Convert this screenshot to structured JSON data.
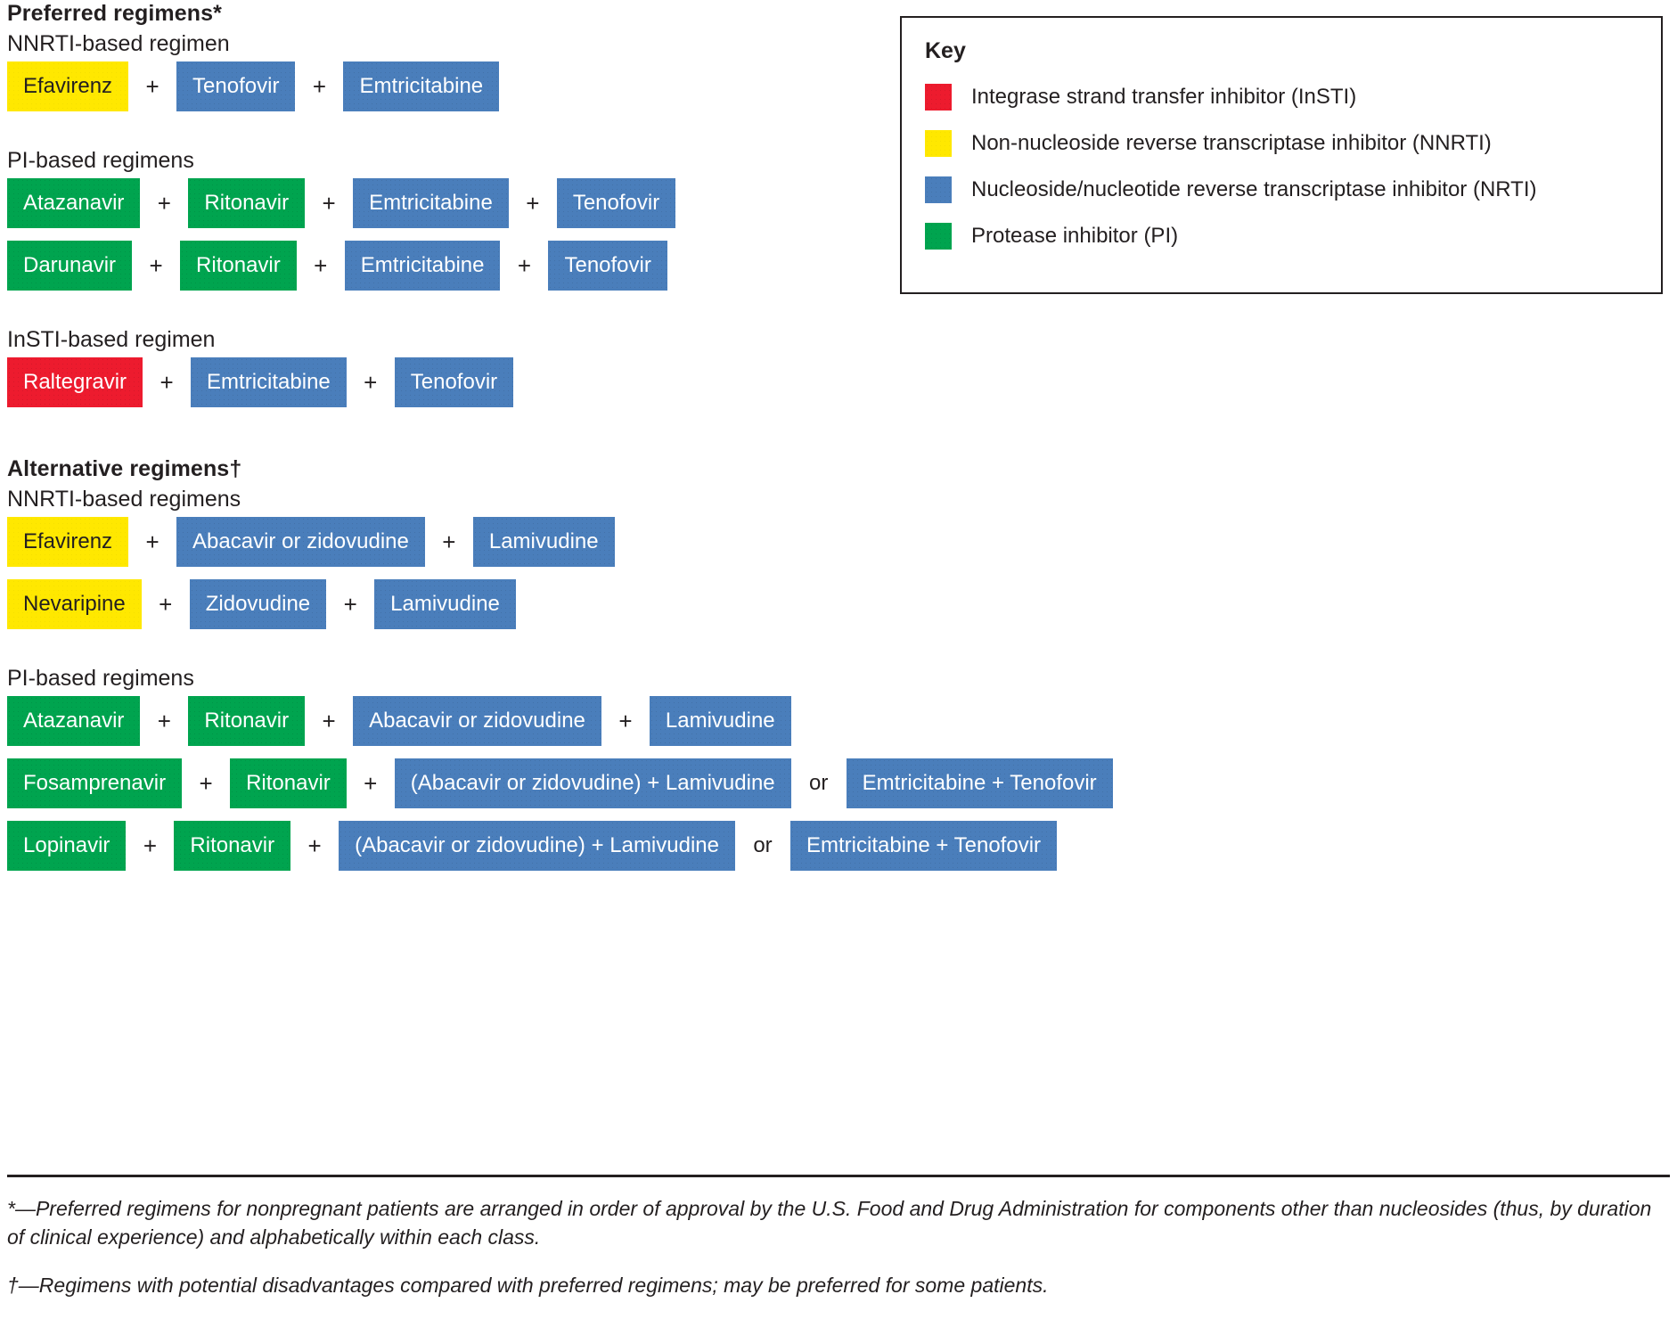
{
  "colors": {
    "insti_red": "#ed1b2e",
    "nnrti_yellow": "#ffe800",
    "nrti_blue": "#4a7ebb",
    "pi_green": "#00a44f",
    "text": "#231f20",
    "rule": "#231f20"
  },
  "sections": [
    {
      "id": "preferred",
      "title": "Preferred regimens*",
      "groups": [
        {
          "label": "NNRTI-based regimen",
          "rows": [
            {
              "items": [
                {
                  "text": "Efavirenz",
                  "class": "nnrti"
                },
                {
                  "text": "+",
                  "class": "op"
                },
                {
                  "text": "Tenofovir",
                  "class": "nrti"
                },
                {
                  "text": "+",
                  "class": "op"
                },
                {
                  "text": "Emtricitabine",
                  "class": "nrti"
                }
              ]
            }
          ]
        },
        {
          "label": "PI-based regimens",
          "rows": [
            {
              "items": [
                {
                  "text": "Atazanavir",
                  "class": "pi"
                },
                {
                  "text": "+",
                  "class": "op"
                },
                {
                  "text": "Ritonavir",
                  "class": "pi"
                },
                {
                  "text": "+",
                  "class": "op"
                },
                {
                  "text": "Emtricitabine",
                  "class": "nrti"
                },
                {
                  "text": "+",
                  "class": "op"
                },
                {
                  "text": "Tenofovir",
                  "class": "nrti"
                }
              ]
            },
            {
              "items": [
                {
                  "text": "Darunavir",
                  "class": "pi"
                },
                {
                  "text": "+",
                  "class": "op"
                },
                {
                  "text": "Ritonavir",
                  "class": "pi"
                },
                {
                  "text": "+",
                  "class": "op"
                },
                {
                  "text": "Emtricitabine",
                  "class": "nrti"
                },
                {
                  "text": "+",
                  "class": "op"
                },
                {
                  "text": "Tenofovir",
                  "class": "nrti"
                }
              ]
            }
          ]
        },
        {
          "label": "InSTI-based regimen",
          "rows": [
            {
              "items": [
                {
                  "text": "Raltegravir",
                  "class": "insti"
                },
                {
                  "text": "+",
                  "class": "op"
                },
                {
                  "text": "Emtricitabine",
                  "class": "nrti"
                },
                {
                  "text": "+",
                  "class": "op"
                },
                {
                  "text": "Tenofovir",
                  "class": "nrti"
                }
              ]
            }
          ]
        }
      ]
    },
    {
      "id": "alternative",
      "title": "Alternative regimens†",
      "groups": [
        {
          "label": "NNRTI-based regimens",
          "rows": [
            {
              "items": [
                {
                  "text": "Efavirenz",
                  "class": "nnrti"
                },
                {
                  "text": "+",
                  "class": "op"
                },
                {
                  "text": "Abacavir or zidovudine",
                  "class": "nrti"
                },
                {
                  "text": "+",
                  "class": "op"
                },
                {
                  "text": "Lamivudine",
                  "class": "nrti"
                }
              ]
            },
            {
              "items": [
                {
                  "text": "Nevaripine",
                  "class": "nnrti"
                },
                {
                  "text": "+",
                  "class": "op"
                },
                {
                  "text": "Zidovudine",
                  "class": "nrti"
                },
                {
                  "text": "+",
                  "class": "op"
                },
                {
                  "text": "Lamivudine",
                  "class": "nrti"
                }
              ]
            }
          ]
        },
        {
          "label": "PI-based regimens",
          "rows": [
            {
              "items": [
                {
                  "text": "Atazanavir",
                  "class": "pi"
                },
                {
                  "text": "+",
                  "class": "op"
                },
                {
                  "text": "Ritonavir",
                  "class": "pi"
                },
                {
                  "text": "+",
                  "class": "op"
                },
                {
                  "text": "Abacavir or zidovudine",
                  "class": "nrti"
                },
                {
                  "text": "+",
                  "class": "op"
                },
                {
                  "text": "Lamivudine",
                  "class": "nrti"
                }
              ]
            },
            {
              "items": [
                {
                  "text": "Fosamprenavir",
                  "class": "pi"
                },
                {
                  "text": "+",
                  "class": "op"
                },
                {
                  "text": "Ritonavir",
                  "class": "pi"
                },
                {
                  "text": "+",
                  "class": "op"
                },
                {
                  "text": "(Abacavir or zidovudine) + Lamivudine",
                  "class": "nrti"
                },
                {
                  "text": "or",
                  "class": "orop"
                },
                {
                  "text": "Emtricitabine + Tenofovir",
                  "class": "nrti"
                }
              ]
            },
            {
              "items": [
                {
                  "text": "Lopinavir",
                  "class": "pi"
                },
                {
                  "text": "+",
                  "class": "op"
                },
                {
                  "text": "Ritonavir",
                  "class": "pi"
                },
                {
                  "text": "+",
                  "class": "op"
                },
                {
                  "text": "(Abacavir or zidovudine) + Lamivudine",
                  "class": "nrti"
                },
                {
                  "text": "or",
                  "class": "orop"
                },
                {
                  "text": "Emtricitabine + Tenofovir",
                  "class": "nrti"
                }
              ]
            }
          ]
        }
      ]
    }
  ],
  "key": {
    "title": "Key",
    "entries": [
      {
        "color_class": "insti",
        "label": "Integrase strand transfer inhibitor (InSTI)"
      },
      {
        "color_class": "nnrti",
        "label": "Non-nucleoside reverse transcriptase inhibitor (NNRTI)"
      },
      {
        "color_class": "nrti",
        "label": "Nucleoside/nucleotide reverse transcriptase inhibitor (NRTI)"
      },
      {
        "color_class": "pi",
        "label": "Protease inhibitor (PI)"
      }
    ]
  },
  "footnotes": [
    "*—Preferred regimens for nonpregnant patients are arranged in order of approval by the U.S. Food and Drug Administration for components other than nucleosides (thus, by duration of clinical experience) and alphabetically within each class.",
    "†—Regimens with potential disadvantages compared with preferred regimens; may be preferred for some patients."
  ]
}
